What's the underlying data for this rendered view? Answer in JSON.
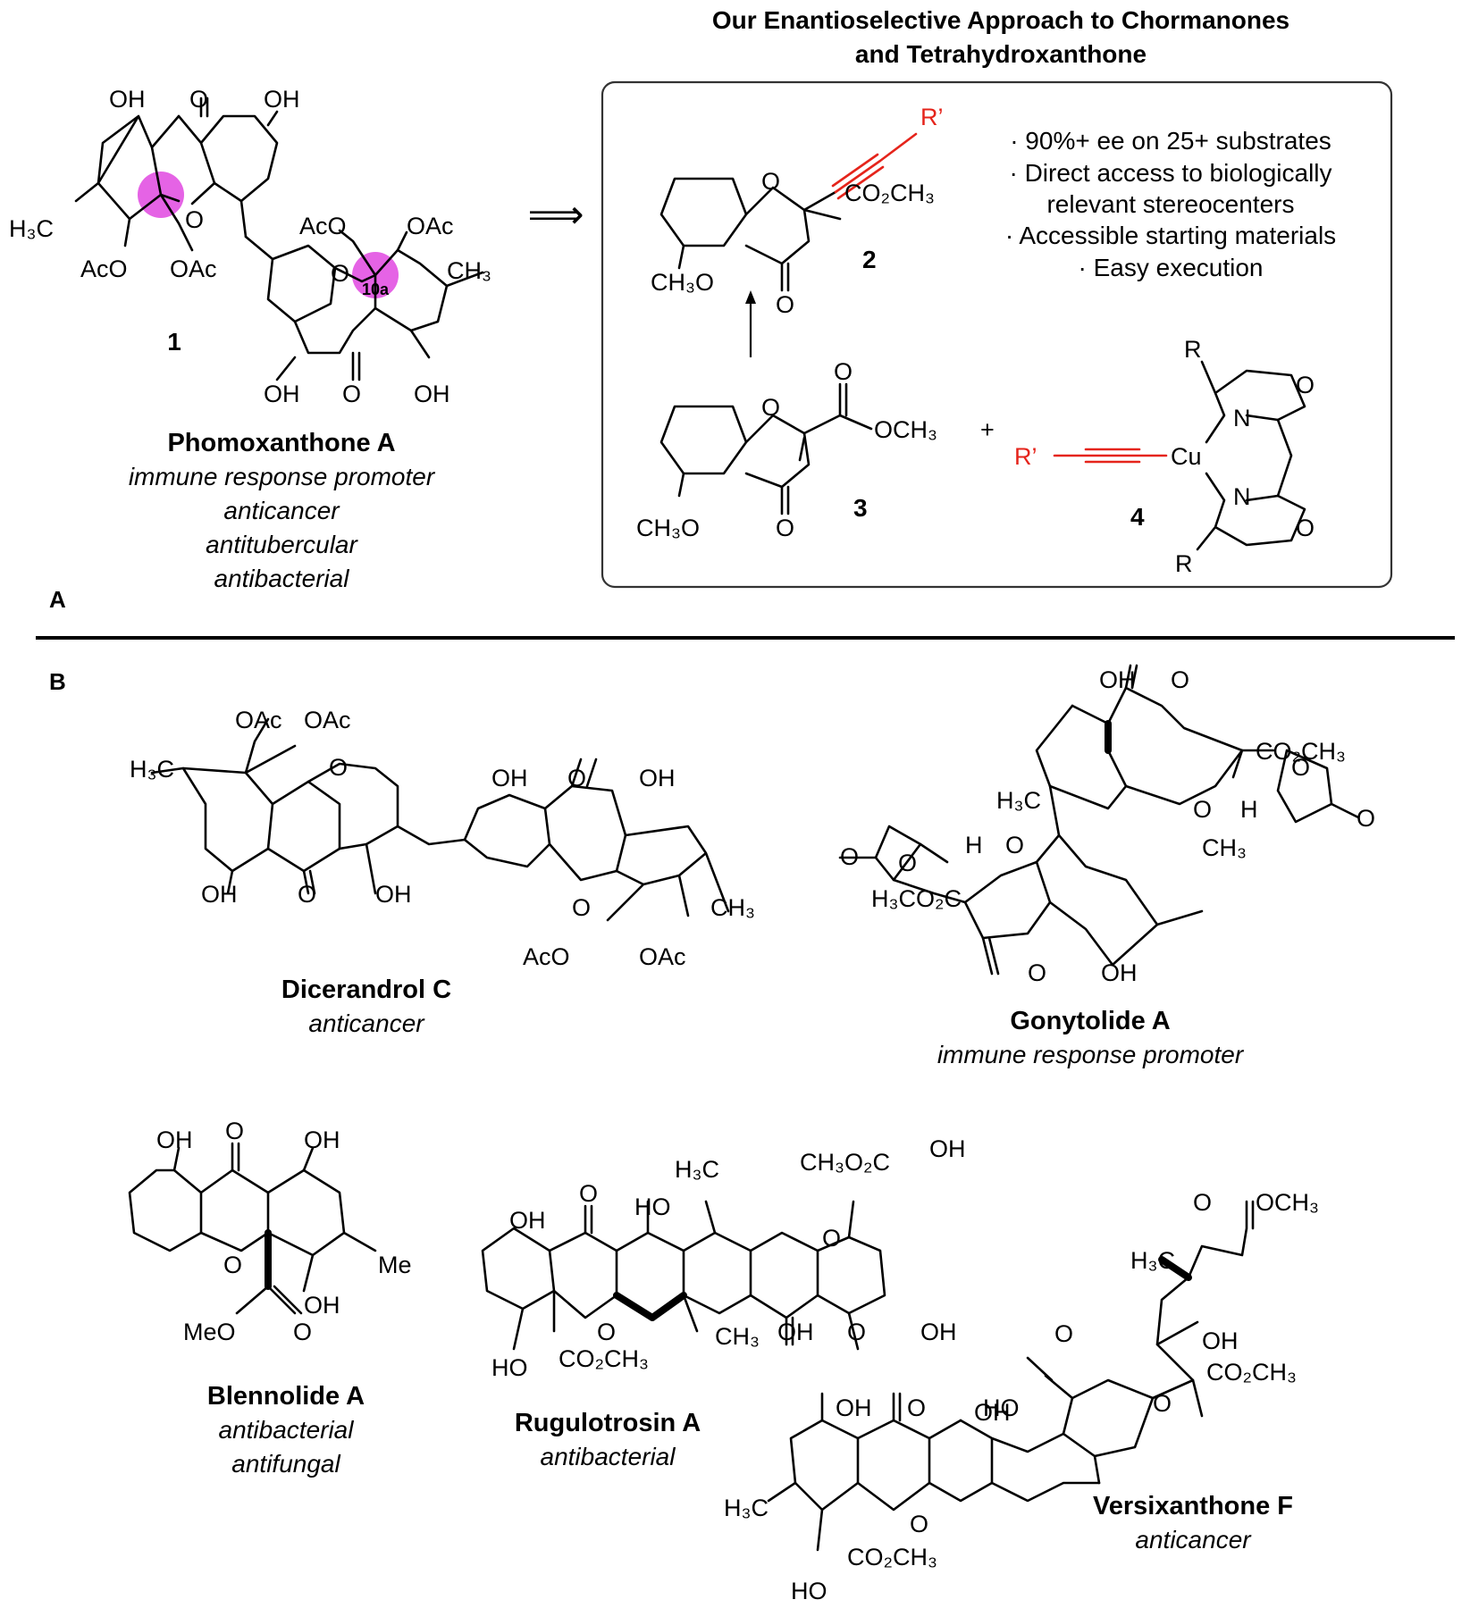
{
  "header": {
    "line1": "Our Enantioselective Approach to Chormanones",
    "line2": "and Tetrahydroxanthone"
  },
  "panels": {
    "a": "A",
    "b": "B"
  },
  "compound1": {
    "number": "1",
    "name": "Phomoxanthone A",
    "activities": [
      "immune response promoter",
      "anticancer",
      "antitubercular",
      "antibacterial"
    ],
    "stereo_label": "10a",
    "highlight_color": "#e048e0"
  },
  "approach": {
    "bullets": [
      "· 90%+ ee on 25+ substrates",
      "· Direct access to biologically",
      "relevant stereocenters",
      "· Accessible starting materials",
      "· Easy execution"
    ],
    "compound2_number": "2",
    "compound3_number": "3",
    "compound4_number": "4",
    "plus": "+",
    "retro_arrow": "⟹"
  },
  "atoms": {
    "OH": "OH",
    "HO": "HO",
    "O": "O",
    "H": "H",
    "H3C": "H₃C",
    "CH3": "CH₃",
    "OAc": "OAc",
    "AcO": "AcO",
    "CO2CH3": "CO₂CH₃",
    "H3CO2C": "H₃CO₂C",
    "CH3O2C": "CH₃O₂C",
    "CH3O": "CH₃O",
    "OCH3": "OCH₃",
    "MeO": "MeO",
    "Me": "Me",
    "R": "R",
    "Rprime": "R’",
    "Cu": "Cu",
    "N": "N"
  },
  "compounds_b": [
    {
      "name": "Dicerandrol C",
      "activities": [
        "anticancer"
      ]
    },
    {
      "name": "Gonytolide A",
      "activities": [
        "immune response promoter"
      ]
    },
    {
      "name": "Blennolide A",
      "activities": [
        "antibacterial",
        "antifungal"
      ]
    },
    {
      "name": "Rugulotrosin A",
      "activities": [
        "antibacterial"
      ]
    },
    {
      "name": "Versixanthone F",
      "activities": [
        "anticancer"
      ]
    }
  ],
  "colors": {
    "accent_red": "#e5241b",
    "box_border": "#333333",
    "highlight": "#e048e0"
  }
}
